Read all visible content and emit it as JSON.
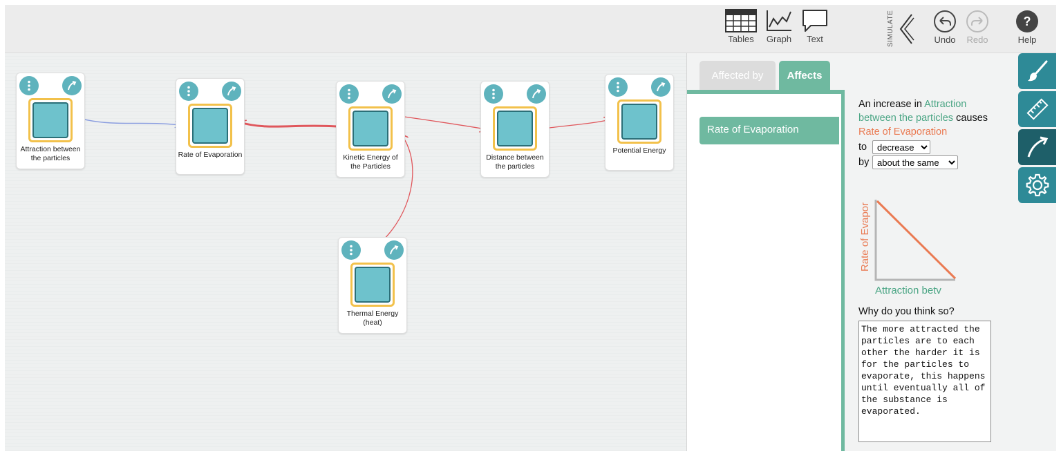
{
  "toolbar": {
    "tables_label": "Tables",
    "graph_label": "Graph",
    "text_label": "Text",
    "simulate_label": "SIMULATE",
    "undo_label": "Undo",
    "redo_label": "Redo",
    "help_label": "Help"
  },
  "nodes": [
    {
      "title": "Attraction between the particles"
    },
    {
      "title": "Rate of Evaporation"
    },
    {
      "title": "Kinetic Energy of the Particles"
    },
    {
      "title": "Distance between the particles"
    },
    {
      "title": "Potential Energy"
    },
    {
      "title": "Thermal Energy (heat)"
    }
  ],
  "panel": {
    "tab_affected_by": "Affected by",
    "tab_affects": "Affects",
    "selected_variable": "Rate of Evaporation",
    "rel_prefix": "An increase in",
    "rel_cause": "Attraction between the particles",
    "rel_causes": "causes",
    "rel_effect": "Rate of Evaporation",
    "to_label": "to",
    "to_value": "decrease",
    "by_label": "by",
    "by_value": "about the same",
    "graph_y_label": "Rate of Evapor",
    "graph_x_label": "Attraction betv",
    "why_label": "Why do you think so?",
    "why_text": "The more attracted the particles are to each other the harder it is for the particles to evaporate, this happens until eventually all of the substance is evaporated."
  },
  "colors": {
    "teal": "#5fb3bd",
    "green_tab": "#6fb9a0",
    "orange": "#ea7a52",
    "link_red": "#e0575c",
    "link_blue": "#8b9ee0"
  }
}
